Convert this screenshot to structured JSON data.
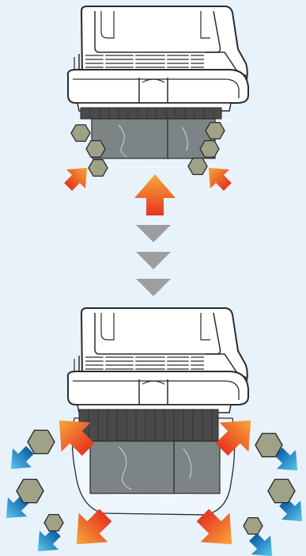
{
  "figure": {
    "panels": [
      {
        "state": "particles-trapped",
        "hex_count": 6,
        "inward_arrow_count": 3
      },
      {
        "state": "particles-released",
        "hex_count": 6,
        "outward_arrow_count": 4,
        "particle_arrow_count": 6
      }
    ],
    "transition_arrow_count": 3,
    "colors": {
      "background": "#e7f2fb",
      "unit_fill": "#ffffff",
      "outline": "#2b2b2b",
      "filter_dark": "#4a4a4a",
      "filter_gray": "#7d8486",
      "hex_fill": "#9fa287",
      "arrow_warm_top": "#f6a83a",
      "arrow_warm_bottom": "#e8351f",
      "arrow_cool_top": "#5ec8ee",
      "arrow_cool_bottom": "#0b5fa8",
      "transition_arrow": "#9e9e9e"
    },
    "icons": [
      "air-purifier-icon",
      "hexagon-particle-icon",
      "heat-arrow-icon",
      "blue-arrow-icon",
      "down-triangle-icon"
    ]
  }
}
